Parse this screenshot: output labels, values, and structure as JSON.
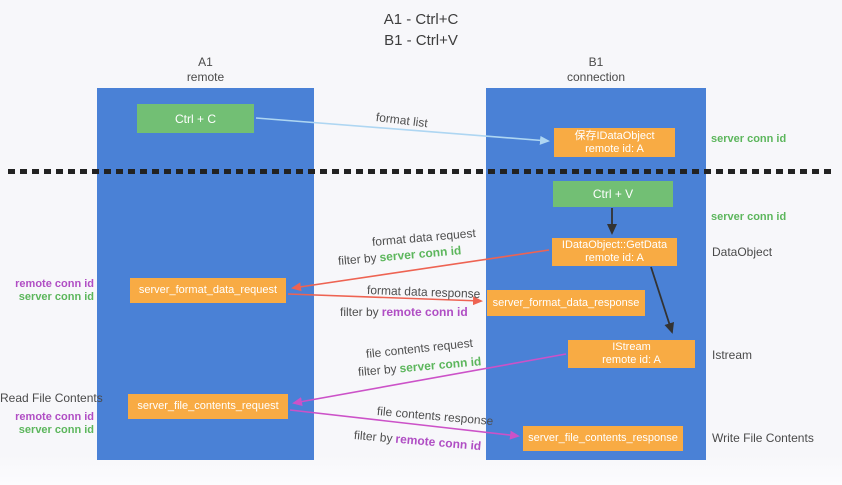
{
  "title": {
    "line1": "A1 - Ctrl+C",
    "line2": "B1 - Ctrl+V"
  },
  "columns": {
    "left": {
      "name": "A1",
      "role": "remote"
    },
    "right": {
      "name": "B1",
      "role": "connection"
    }
  },
  "boxes": {
    "ctrl_c": "Ctrl + C",
    "ctrl_v": "Ctrl + V",
    "save_idataobject": {
      "line1": "保存IDataObject",
      "line2": "remote id: A"
    },
    "getdata": {
      "line1": "IDataObject::GetData",
      "line2": "remote id: A"
    },
    "istream": {
      "line1": "IStream",
      "line2": "remote id: A"
    },
    "server_format_data_request": "server_format_data_request",
    "server_format_data_response": "server_format_data_response",
    "server_file_contents_request": "server_file_contents_request",
    "server_file_contents_response": "server_file_contents_response"
  },
  "arrow_labels": {
    "format_list": "format list",
    "format_data_request": "format data request",
    "format_data_response": "format data response",
    "file_contents_request": "file contents request",
    "file_contents_response": "file contents response",
    "filter_by": "filter by",
    "server_conn_id": "server conn id",
    "remote_conn_id": "remote conn id"
  },
  "right_labels": {
    "server_conn_id_1": "server conn id",
    "server_conn_id_2": "server conn id",
    "dataobject": "DataObject",
    "istream": "Istream",
    "write_file_contents": "Write File Contents"
  },
  "left_labels": {
    "row1_remote": "remote conn id",
    "row1_server": "server conn id",
    "read_file_contents": "Read File Contents",
    "row2_remote": "remote conn id",
    "row2_server": "server conn id"
  },
  "colors": {
    "column_blue": "#4a81d6",
    "box_orange": "#f8ab44",
    "box_green": "#72bf74",
    "arrow_blue": "#aed6f2",
    "arrow_red": "#ee6352",
    "arrow_magenta": "#cc52c8",
    "arrow_black": "#333333",
    "text_green": "#5cb65c",
    "text_purple": "#b04ec4"
  }
}
